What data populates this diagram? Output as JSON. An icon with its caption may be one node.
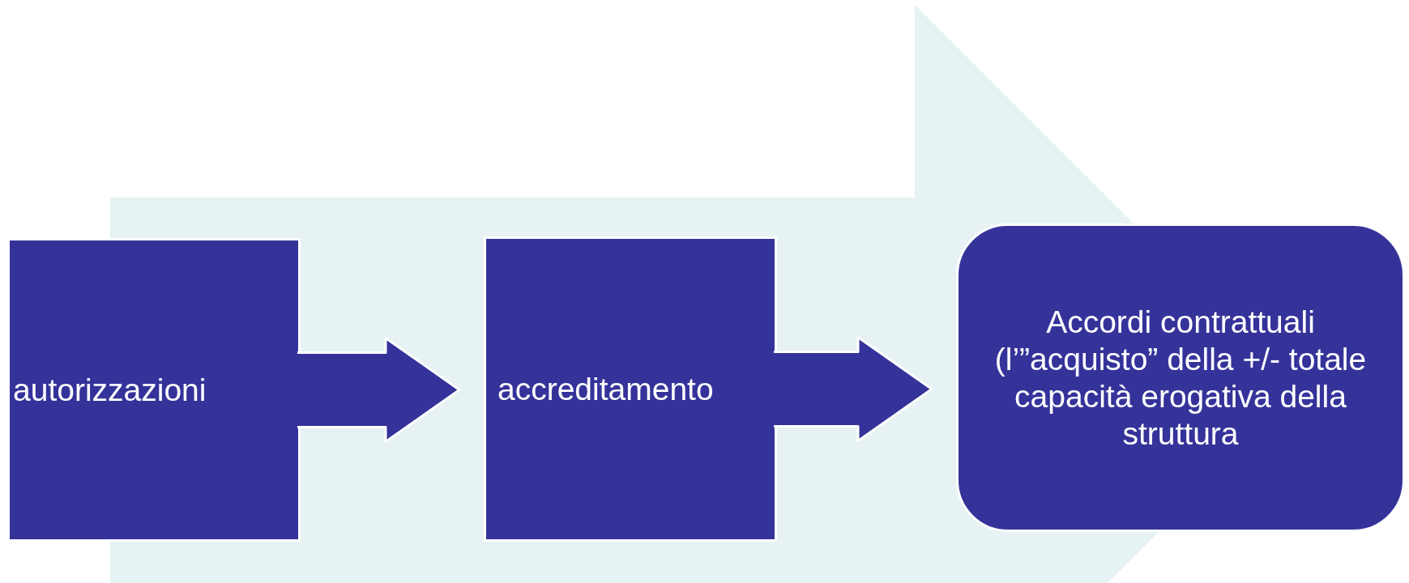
{
  "diagram": {
    "nodes": [
      {
        "text": [
          "autorizzazioni"
        ]
      },
      {
        "text": [
          "accreditamento"
        ]
      },
      {
        "text": [
          "Accordi contrattuali (l’”acquisto” della +/- totale capacità erogativa della struttura"
        ]
      }
    ],
    "edges": [
      {
        "from": 0,
        "to": 1,
        "arrow": "to"
      },
      {
        "from": 1,
        "to": 2,
        "arrow": "to"
      }
    ]
  }
}
